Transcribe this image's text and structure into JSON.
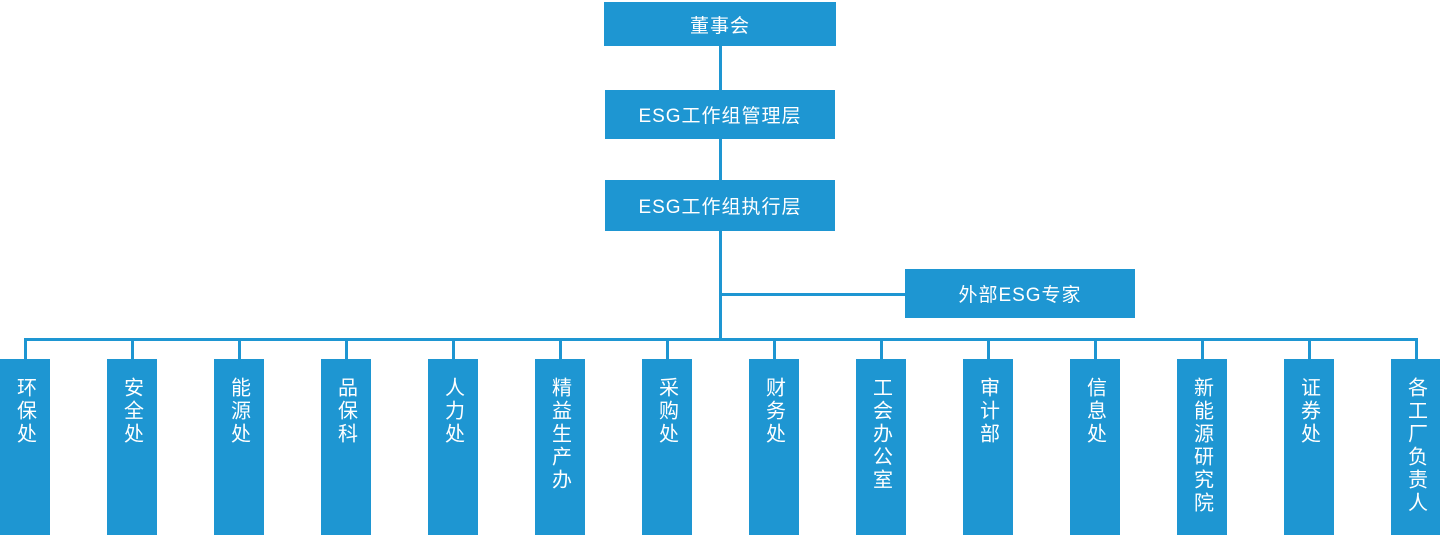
{
  "colors": {
    "box": "#1E96D2",
    "line": "#1E96D2",
    "text": "#FFFFFF"
  },
  "hierarchy": {
    "board": {
      "label": "董事会"
    },
    "management": {
      "label": "ESG工作组管理层"
    },
    "execution": {
      "label": "ESG工作组执行层"
    },
    "external_expert": {
      "label": "外部ESG专家"
    }
  },
  "departments": [
    {
      "label": "环保处"
    },
    {
      "label": "安全处"
    },
    {
      "label": "能源处"
    },
    {
      "label": "品保科"
    },
    {
      "label": "人力处"
    },
    {
      "label": "精益生产办"
    },
    {
      "label": "采购处"
    },
    {
      "label": "财务处"
    },
    {
      "label": "工会办公室"
    },
    {
      "label": "审计部"
    },
    {
      "label": "信息处"
    },
    {
      "label": "新能源研究院"
    },
    {
      "label": "证券处"
    },
    {
      "label": "各工厂负责人"
    }
  ]
}
